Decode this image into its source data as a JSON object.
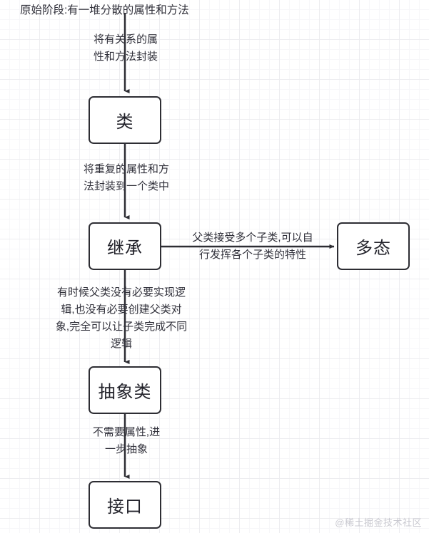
{
  "diagram": {
    "title": "原始阶段:有一堆分散的属性和方法",
    "watermark": "@稀土掘金技术社区",
    "colors": {
      "node_border": "#2d2d33",
      "node_fill": "#ffffff",
      "edge": "#2d2d33",
      "text": "#30303a",
      "grid_major": "#ededf0",
      "grid_minor": "#f7f7f9",
      "watermark": "#c9c9d0"
    },
    "nodes": [
      {
        "id": "class",
        "label": "类"
      },
      {
        "id": "inheritance",
        "label": "继承"
      },
      {
        "id": "polymorphism",
        "label": "多态"
      },
      {
        "id": "abstract-class",
        "label": "抽象类"
      },
      {
        "id": "interface",
        "label": "接口"
      }
    ],
    "edges": [
      {
        "id": "origin-to-class",
        "from": "原始阶段",
        "to": "类",
        "label": "将有关系的属\n性和方法封装",
        "direction": "down"
      },
      {
        "id": "class-to-inheritance",
        "from": "类",
        "to": "继承",
        "label": "将重复的属性和方\n法封装到一个类中",
        "direction": "down"
      },
      {
        "id": "inheritance-to-polymorphism",
        "from": "继承",
        "to": "多态",
        "label": "父类接受多个子类,可以自\n行发挥各个子类的特性",
        "direction": "right"
      },
      {
        "id": "inheritance-to-abstract",
        "from": "继承",
        "to": "抽象类",
        "label": "有时候父类没有必要实现逻\n辑,也没有必要创建父类对\n象,完全可以让子类完成不同\n逻辑",
        "direction": "down"
      },
      {
        "id": "abstract-to-interface",
        "from": "抽象类",
        "to": "接口",
        "label": "不需要属性,进\n一步抽象",
        "direction": "down"
      }
    ]
  }
}
